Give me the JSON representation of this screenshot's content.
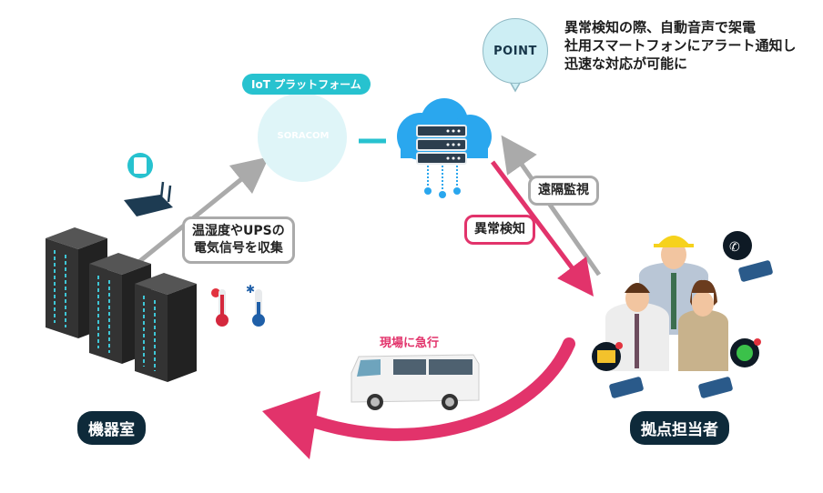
{
  "point": {
    "badge": "POINT",
    "lines": [
      "異常検知の際、自動音声で架電",
      "社用スマートフォンにアラート通知し",
      "迅速な対応が可能に"
    ]
  },
  "iot_platform": {
    "label": "IoT プラットフォーム",
    "service": "SORACOM"
  },
  "flows": {
    "collect": [
      "温湿度やUPSの",
      "電気信号を収集"
    ],
    "remote_monitoring": "遠隔監視",
    "anomaly_detection": "異常検知",
    "rush_to_site": "現場に急行"
  },
  "nodes": {
    "machine_room": "機器室",
    "site_staff": "拠点担当者"
  },
  "colors": {
    "accent_teal": "#27c2cf",
    "alert_pink": "#e2336b",
    "cloud_blue": "#2aa7ee",
    "navy": "#0e2a3a",
    "gray_arrow": "#aaaaaa"
  }
}
